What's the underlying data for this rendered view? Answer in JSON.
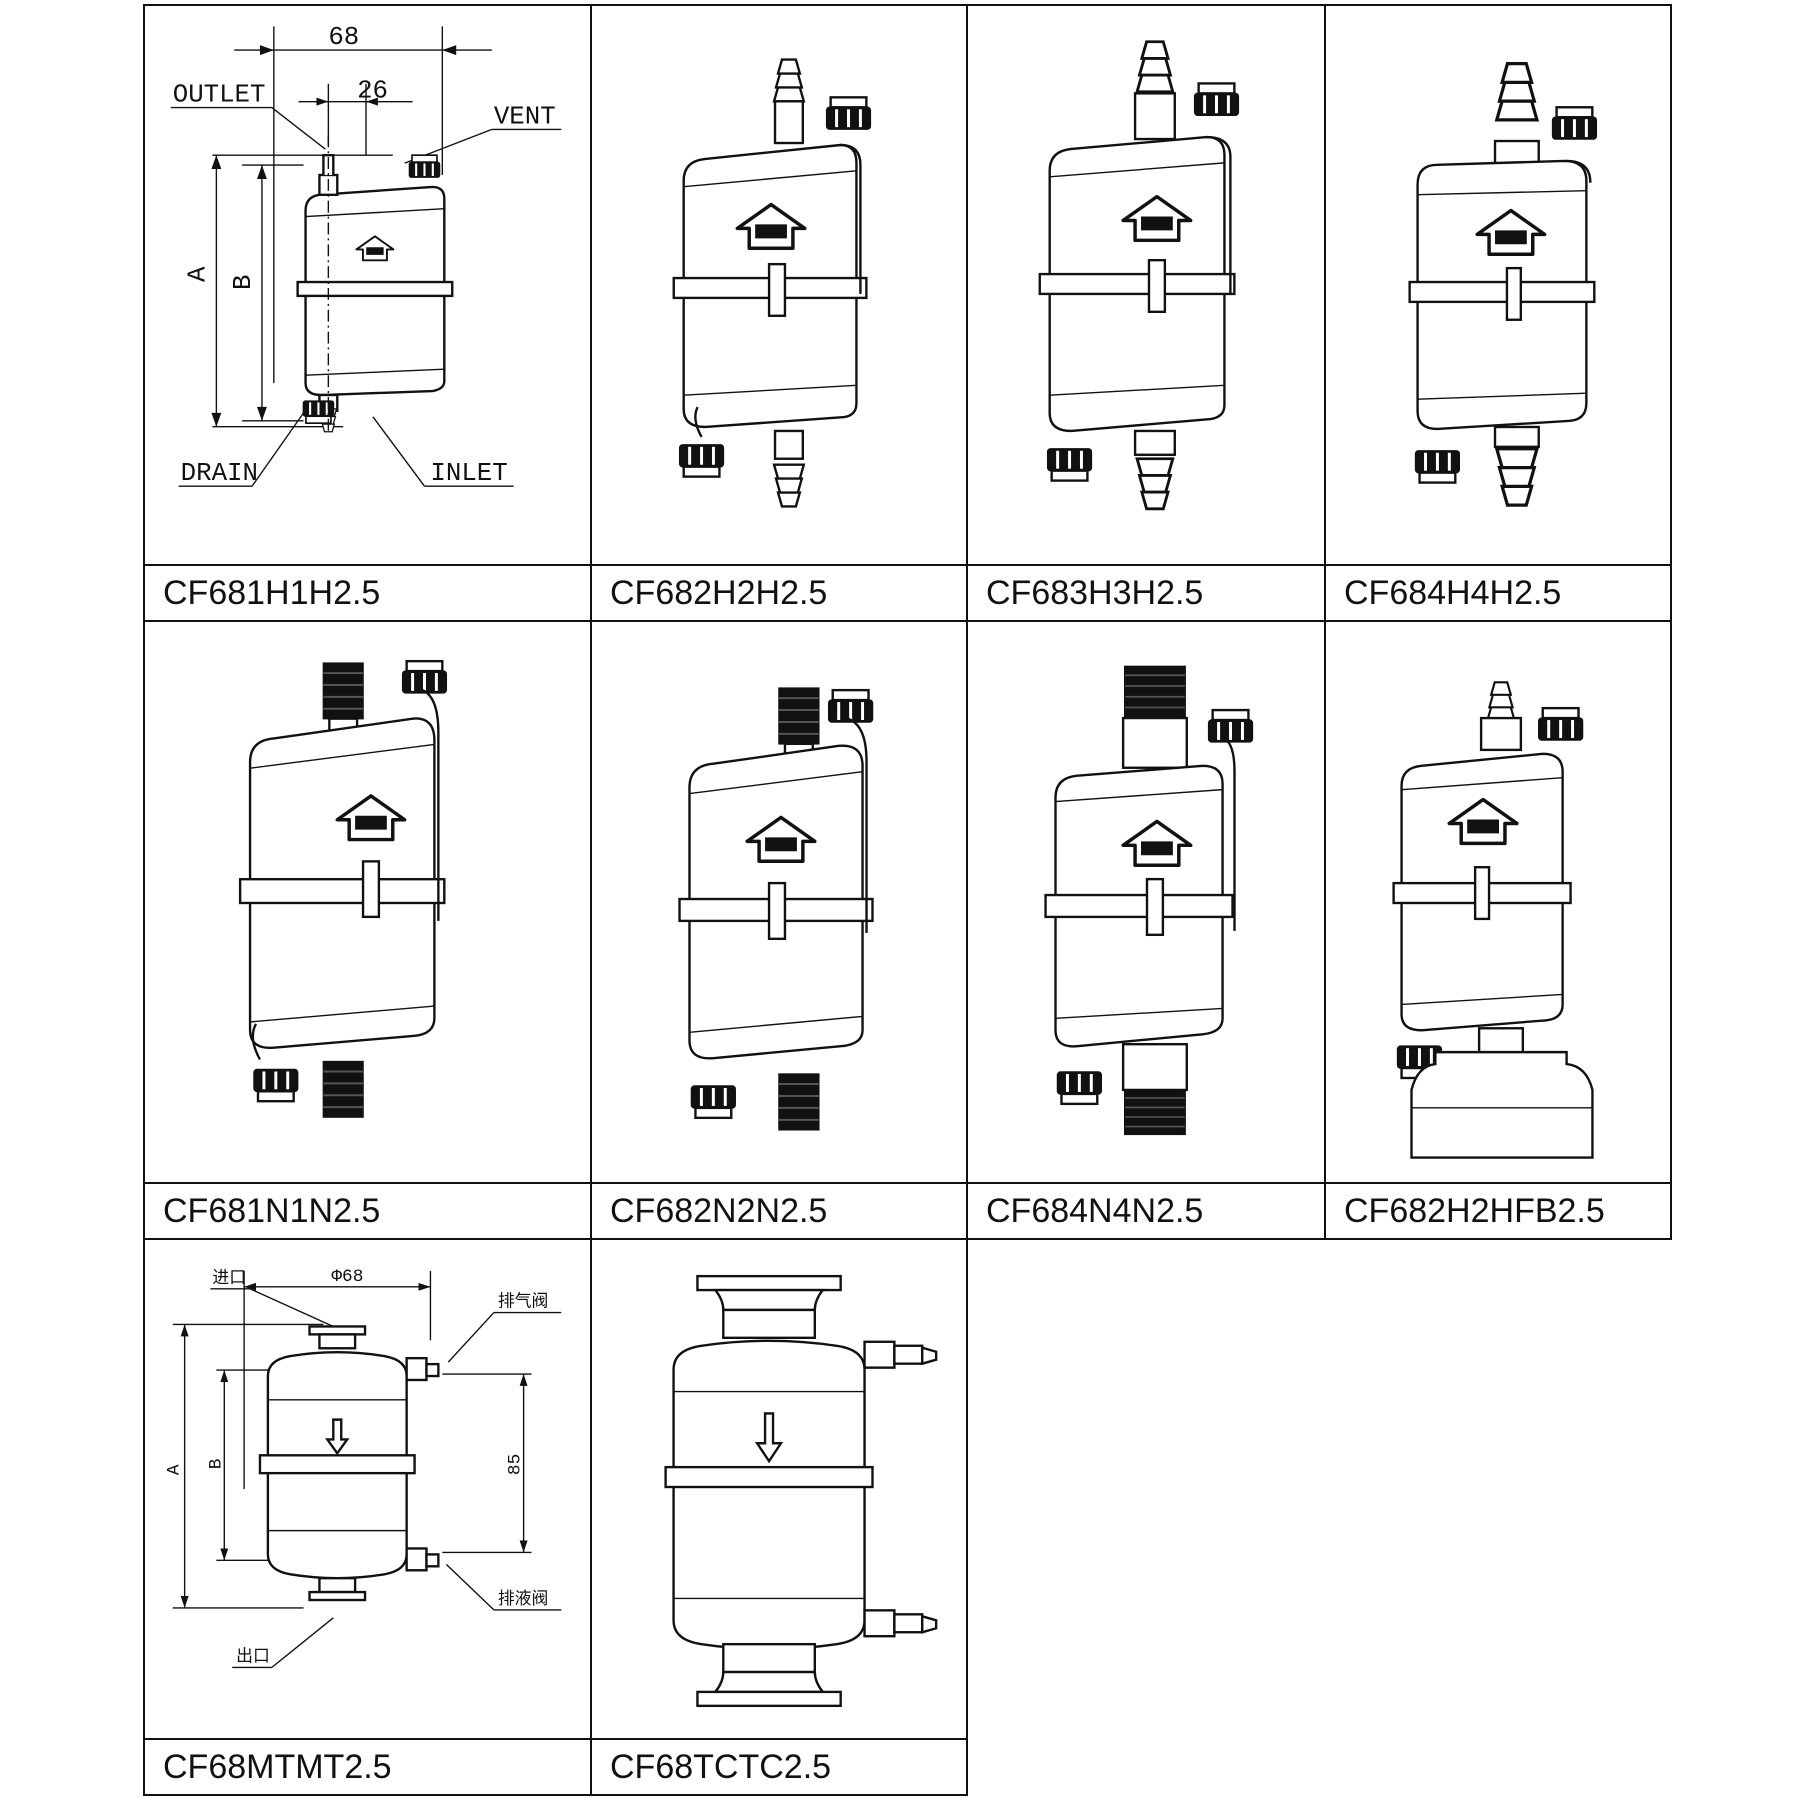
{
  "cells": [
    {
      "id": "cf681h1h25",
      "model": "CF681H1H2.5",
      "labels": {
        "width": "68",
        "port_spacing": "26",
        "outlet": "OUTLET",
        "vent": "VENT",
        "drain": "DRAIN",
        "inlet": "INLET",
        "overall_height": "A",
        "body_height": "B"
      },
      "flow_mark": "FLOW"
    },
    {
      "id": "cf682h2h25",
      "model": "CF682H2H2.5",
      "flow_mark": "FLOW"
    },
    {
      "id": "cf683h3h25",
      "model": "CF683H3H2.5",
      "flow_mark": "FLOW"
    },
    {
      "id": "cf684h4h25",
      "model": "CF684H4H2.5",
      "flow_mark": "FLOW"
    },
    {
      "id": "cf681n1n25",
      "model": "CF681N1N2.5",
      "flow_mark": "FLOW"
    },
    {
      "id": "cf682n2n25",
      "model": "CF682N2N2.5",
      "flow_mark": "FLOW"
    },
    {
      "id": "cf684n4n25",
      "model": "CF684N4N2.5",
      "flow_mark": "FLOW"
    },
    {
      "id": "cf682h2hfb25",
      "model": "CF682H2HFB2.5",
      "flow_mark": "FLOW"
    },
    {
      "id": "cf68mtmt25",
      "model": "CF68MTMT2.5",
      "labels": {
        "inlet": "进口",
        "diameter": "Φ68",
        "vent_valve": "排气阀",
        "overall_height": "A",
        "body_height": "B",
        "port_spacing": "85",
        "drain_valve": "排液阀",
        "outlet": "出口"
      }
    },
    {
      "id": "cf68tctc25",
      "model": "CF68TCTC2.5"
    }
  ]
}
